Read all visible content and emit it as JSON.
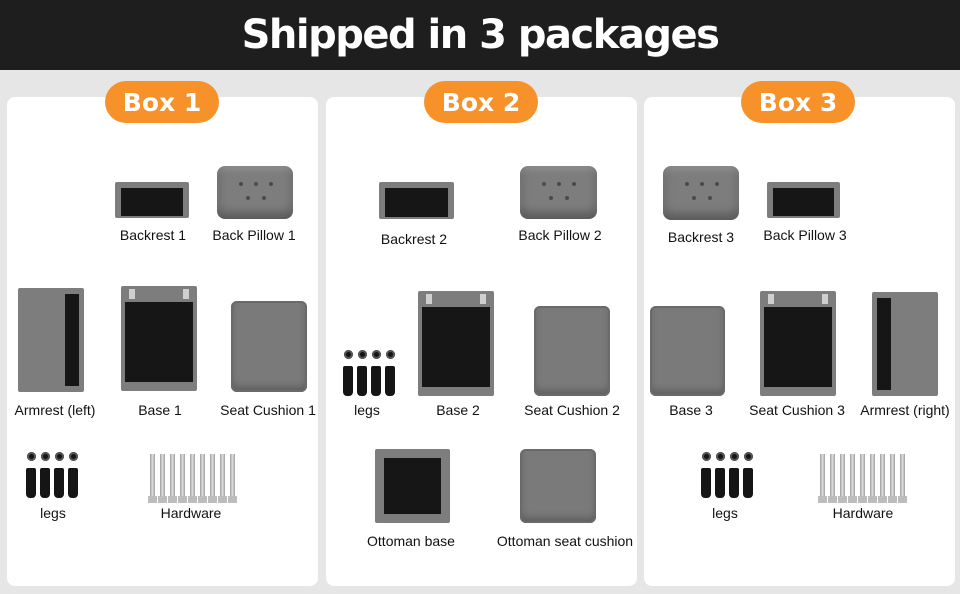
{
  "header": {
    "title": "Shipped in 3 packages"
  },
  "colors": {
    "header_bg": "#1e1e1e",
    "badge": "#f7922a",
    "fabric": "#7a7a7a",
    "frame_dark": "#161616"
  },
  "boxes": [
    {
      "title": "Box 1",
      "items": [
        "Backrest 1",
        "Back Pillow 1",
        "Armrest (left)",
        "Base 1",
        "Seat Cushion 1",
        "legs",
        "Hardware"
      ]
    },
    {
      "title": "Box 2",
      "items": [
        "Backrest 2",
        "Back Pillow 2",
        "legs",
        "Base 2",
        "Seat Cushion 2",
        "Ottoman base",
        "Ottoman seat cushion"
      ]
    },
    {
      "title": "Box 3",
      "items": [
        "Backrest 3",
        "Back Pillow 3",
        "Base 3",
        "Seat Cushion 3",
        "Armrest (right)",
        "legs",
        "Hardware"
      ]
    }
  ]
}
